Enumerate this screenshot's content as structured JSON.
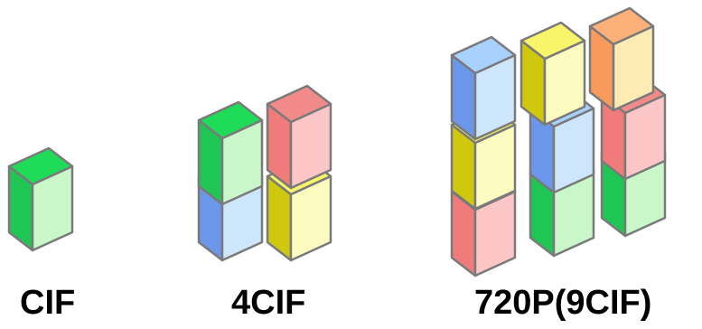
{
  "groups": [
    {
      "id": "cif",
      "label": "CIF"
    },
    {
      "id": "4cif",
      "label": "4CIF"
    },
    {
      "id": "720p",
      "label": "720P(9CIF)"
    }
  ],
  "colors": {
    "green": {
      "top": "#1edc57",
      "left": "#1fc653",
      "right": "#c9f7c9"
    },
    "red": {
      "top": "#f38a8a",
      "left": "#ef7b7b",
      "right": "#fdc6c6"
    },
    "blue": {
      "top": "#a9d1ff",
      "left": "#6b97ea",
      "right": "#cde6fb"
    },
    "yellow": {
      "top": "#f8f56a",
      "left": "#cfc80c",
      "right": "#fdfcc0"
    },
    "orange": {
      "top": "#fdb07a",
      "left": "#f99a5d",
      "right": "#fdebb4"
    },
    "edge": "#7a7a7a"
  },
  "cubes": [
    {
      "group": "cif",
      "color": "green"
    },
    {
      "group": "4cif",
      "color": "blue"
    },
    {
      "group": "4cif",
      "color": "yellow"
    },
    {
      "group": "4cif",
      "color": "red"
    },
    {
      "group": "4cif",
      "color": "green"
    },
    {
      "group": "720p",
      "color": "green"
    },
    {
      "group": "720p",
      "color": "red"
    },
    {
      "group": "720p",
      "color": "orange"
    },
    {
      "group": "720p",
      "color": "green"
    },
    {
      "group": "720p",
      "color": "blue"
    },
    {
      "group": "720p",
      "color": "yellow"
    },
    {
      "group": "720p",
      "color": "red"
    },
    {
      "group": "720p",
      "color": "yellow"
    },
    {
      "group": "720p",
      "color": "blue"
    }
  ]
}
